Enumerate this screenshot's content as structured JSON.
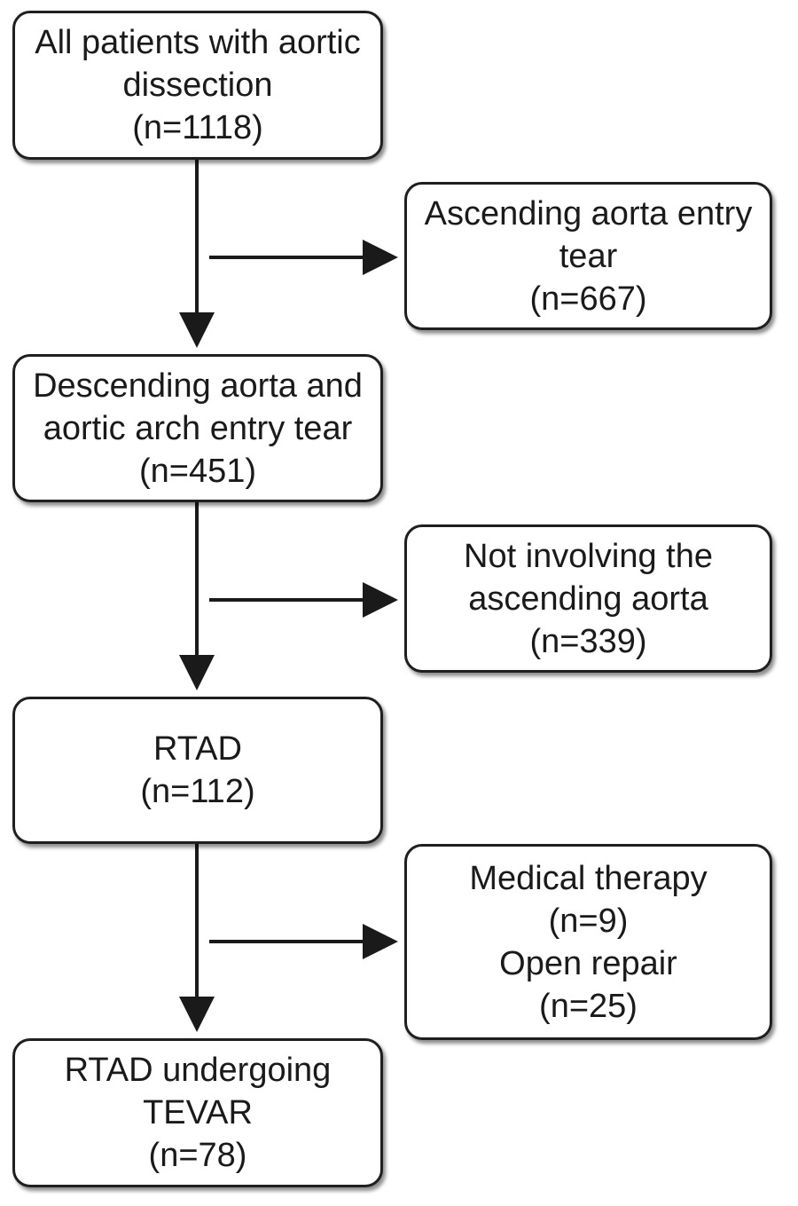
{
  "boxes": {
    "all_patients": {
      "lines": [
        "All patients with aortic",
        "dissection",
        "(n=1118)"
      ]
    },
    "ascending_entry": {
      "lines": [
        "Ascending aorta entry",
        "tear",
        "(n=667)"
      ]
    },
    "descending_entry": {
      "lines": [
        "Descending aorta and",
        "aortic arch entry tear",
        "(n=451)"
      ]
    },
    "not_involving": {
      "lines": [
        "Not involving the",
        "ascending aorta",
        "(n=339)"
      ]
    },
    "rtad": {
      "lines": [
        "RTAD",
        "(n=112)"
      ]
    },
    "excluded_therapy": {
      "lines": [
        "Medical therapy",
        "(n=9)",
        "Open repair",
        "(n=25)"
      ]
    },
    "rtad_tevar": {
      "lines": [
        "RTAD undergoing",
        "TEVAR",
        "(n=78)"
      ]
    }
  }
}
